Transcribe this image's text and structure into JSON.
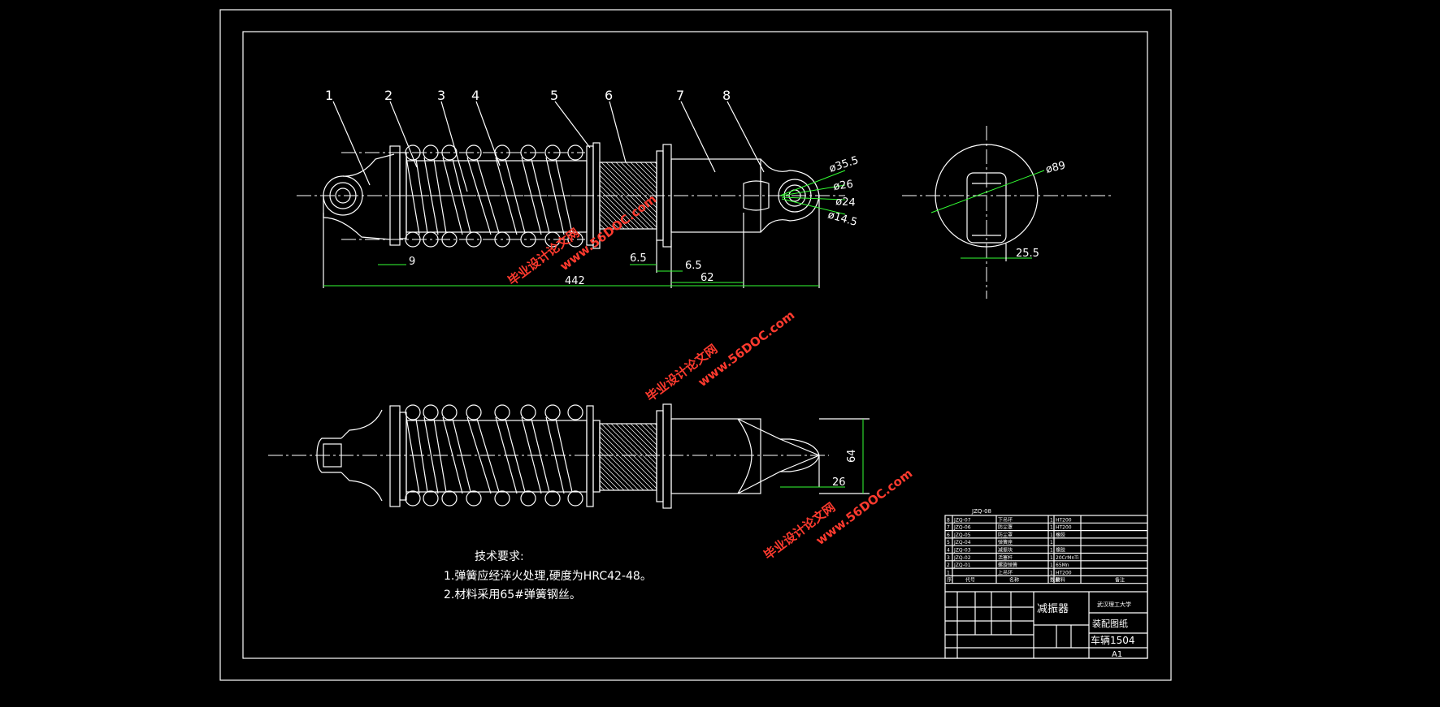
{
  "balloons": [
    "1",
    "2",
    "3",
    "4",
    "5",
    "6",
    "7",
    "8"
  ],
  "dimensions": {
    "d9": "9",
    "d442": "442",
    "d6_5a": "6.5",
    "d6_5b": "6.5",
    "d62": "62",
    "d35_5": "ø35.5",
    "d26": "ø26",
    "d24": "ø24",
    "d14_5": "ø14.5",
    "d89": "ø89",
    "d25_5": "25.5",
    "d64": "64",
    "d26b": "26"
  },
  "notes": {
    "title": "技术要求:",
    "line1": "1.弹簧应经淬火处理,硬度为HRC42-48。",
    "line2": "2.材料采用65#弹簧钢丝。"
  },
  "watermark": {
    "cn": "毕业设计论文网",
    "url": "www.56DOC.com"
  },
  "title_block": {
    "top_code": "JZQ-08",
    "bom": [
      {
        "no": "8",
        "code": "JZQ-07",
        "name": "下吊环",
        "qty": "1",
        "mat": "HT200"
      },
      {
        "no": "7",
        "code": "JZQ-06",
        "name": "防尘罩",
        "qty": "1",
        "mat": "HT200"
      },
      {
        "no": "6",
        "code": "JZQ-05",
        "name": "防尘罩",
        "qty": "1",
        "mat": "橡胶"
      },
      {
        "no": "5",
        "code": "JZQ-04",
        "name": "弹簧座",
        "qty": "1",
        "mat": ""
      },
      {
        "no": "4",
        "code": "JZQ-03",
        "name": "减振块",
        "qty": "1",
        "mat": "橡胶"
      },
      {
        "no": "3",
        "code": "JZQ-02",
        "name": "活塞杆",
        "qty": "1",
        "mat": "20CrMnTi"
      },
      {
        "no": "2",
        "code": "JZQ-01",
        "name": "螺旋弹簧",
        "qty": "1",
        "mat": "65Mn"
      },
      {
        "no": "1",
        "code": "",
        "name": "上吊环",
        "qty": "1",
        "mat": "HT200"
      }
    ],
    "header": {
      "no": "序",
      "code": "代号",
      "name": "名称",
      "qty": "数量",
      "mat": "材料",
      "remark": "备注"
    },
    "product": "减振器",
    "school": "武汉理工大学",
    "drawing_type": "装配图纸",
    "class": "车辆1504",
    "size": "A1"
  }
}
